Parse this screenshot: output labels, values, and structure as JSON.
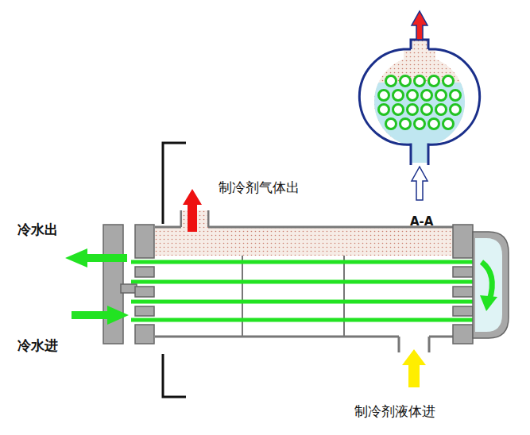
{
  "diagram": {
    "labels": [
      "制冷剂气体出",
      "冷水出",
      "冷水进",
      "A-A",
      "制冷剂液体进"
    ]
  }
}
